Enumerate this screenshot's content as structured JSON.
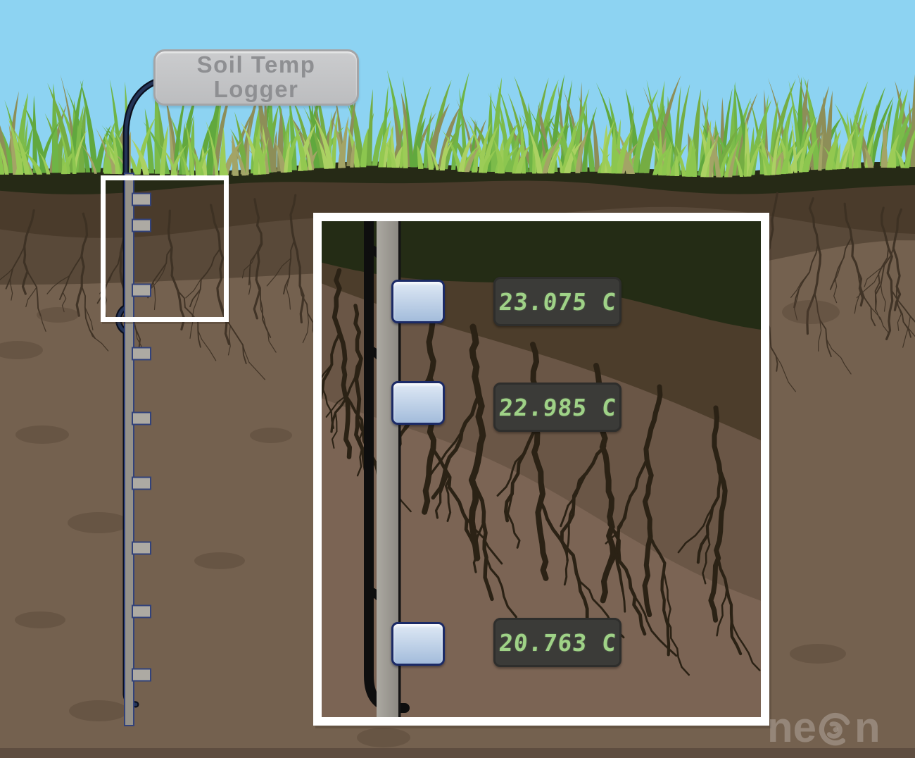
{
  "logger_label": {
    "line1": "Soil Temp",
    "line2": "Logger"
  },
  "sensor_readings": [
    "23.075 C",
    "22.985 C",
    "20.763 C"
  ],
  "watermark": {
    "text_left": "ne",
    "text_right": "n"
  },
  "icons": {
    "watermark": "neon-swirl-icon"
  },
  "colors": {
    "sky": "#8DD3F2",
    "frame": "#FFFFFF",
    "logger_text": "#8E8F92",
    "display_bg": "#3B3B38",
    "digit": "#9FD287",
    "sensor_top": "#DFE9F5",
    "sensor_bottom": "#A3BCDB",
    "sensor_border": "#1B2A66",
    "soil_main": "#74614F",
    "soil_mid": "#594939",
    "soil_dark": "#4A3B2B",
    "soil_strip": "#262A16",
    "soil_bottom": "#5E4D40",
    "root": "#3C3023",
    "stone": "#4F4030",
    "inset_base": "#7B6454",
    "inset_mid": "#6A5646",
    "inset_dark": "#4C3D2B",
    "inset_top": "#242C15",
    "inset_root": "#2B2215",
    "pole_light": "#ACA9A2",
    "pole_dark": "#8B8881",
    "pole_border": "#32427A",
    "cable_outer": "#0A0F1E",
    "cable_inner": "#243457",
    "grass_back": [
      "#61A83E",
      "#6FB446",
      "#7CBB4A",
      "#8D8E58",
      "#75AD43"
    ],
    "grass_front": [
      "#8CC64F",
      "#9CCC57",
      "#ABD162",
      "#A3A466",
      "#93C850"
    ]
  }
}
